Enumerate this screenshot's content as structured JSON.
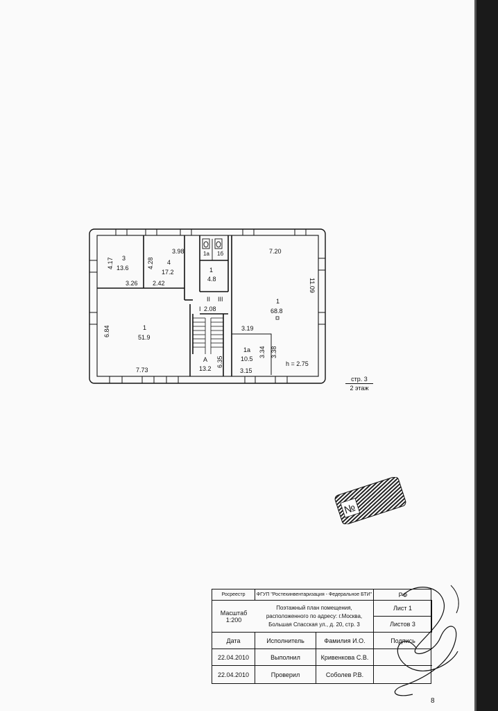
{
  "plan": {
    "rooms": {
      "r3": {
        "number": "3",
        "area": "13.6",
        "height_dim": "4.17"
      },
      "r4": {
        "number": "4",
        "area": "17.2",
        "height_dim": "4.28",
        "width_dim": "3.98"
      },
      "r1a": {
        "number": "1а"
      },
      "r1b": {
        "number": "1б"
      },
      "r1_small": {
        "number": "1",
        "area": "4.8"
      },
      "r1_big_left": {
        "number": "1",
        "area": "51.9",
        "height_dim": "6.84",
        "width_dim": "7.73"
      },
      "r1_right": {
        "number": "1",
        "area": "68.8",
        "width_dim": "7.20",
        "length_dim": "11.09"
      },
      "r1a_right": {
        "number": "1а",
        "area": "10.5",
        "width_dim": "3.15",
        "dim_a": "3.19",
        "dim_b": "3.34",
        "dim_c": "3.38"
      },
      "stair": {
        "number": "А",
        "area": "13.2",
        "length_dim": "6.35"
      }
    },
    "dims": {
      "d326": "3.26",
      "d242": "2.42",
      "corridor": "2.08"
    },
    "roman": {
      "i": "I",
      "ii": "II",
      "iii": "III"
    },
    "ceiling_height": "h = 2.75"
  },
  "page_ref": {
    "sheet": "стр. 3",
    "floor": "2 этаж"
  },
  "title_block": {
    "org_short": "Росреестр",
    "org_full": "ФГУП \"Ростехинвентаризация - Федеральное БТИ\"",
    "region": "РФ",
    "sheet_label": "Лист 1",
    "sheets_label": "Листов 3",
    "description": "Поэтажный план помещения, расположенного по адресу: г.Москва, Большая Спасская ул., д. 20, стр. 3",
    "scale_label": "Масштаб",
    "scale_value": "1:200",
    "col_date": "Дата",
    "col_executor": "Исполнитель",
    "col_name": "Фамилия И.О.",
    "col_signature": "Подпись",
    "rows": [
      {
        "date": "22.04.2010",
        "role": "Выполнил",
        "name": "Кривенкова С.В."
      },
      {
        "date": "22.04.2010",
        "role": "Проверил",
        "name": "Соболев Р.В."
      }
    ]
  },
  "stamp": {
    "symbol": "№"
  },
  "page_number": "8",
  "colors": {
    "ink": "#111111",
    "paper": "#fafafa",
    "binding": "#1a1a1a"
  }
}
